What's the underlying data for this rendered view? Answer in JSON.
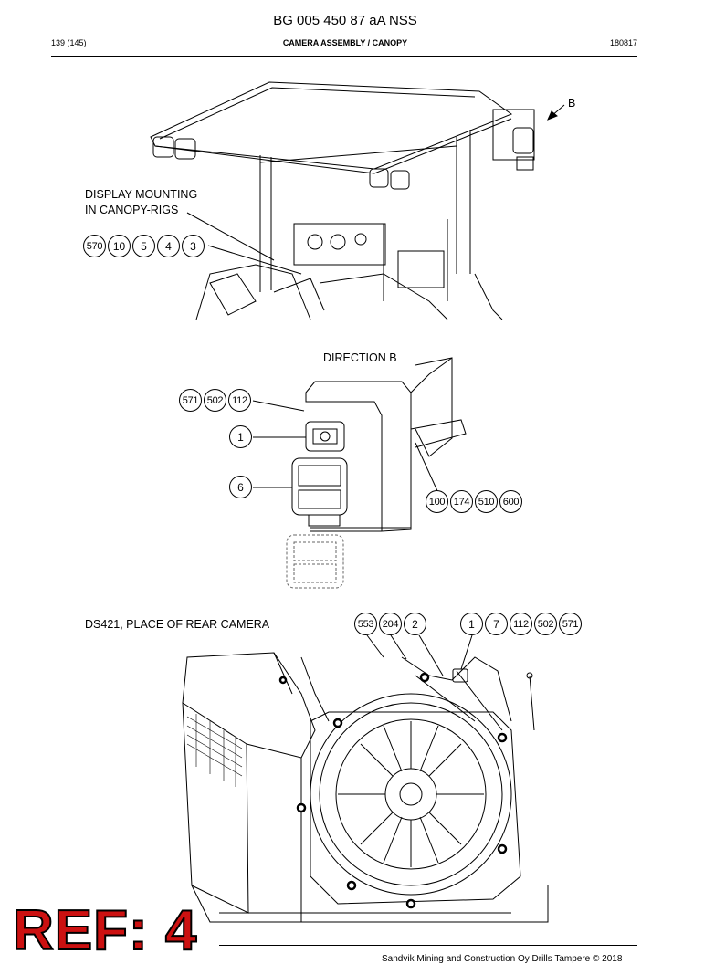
{
  "header": {
    "doc_number": "BG 005 450 87 aA NSS",
    "page": "139 (145)",
    "section": "CAMERA ASSEMBLY / CANOPY",
    "date_code": "180817"
  },
  "views": {
    "canopy": {
      "direction_marker": "B",
      "display_mounting_line1": "DISPLAY MOUNTING",
      "display_mounting_line2": "IN CANOPY-RIGS",
      "callouts": [
        "570",
        "10",
        "5",
        "4",
        "3"
      ]
    },
    "direction_b": {
      "title": "DIRECTION B",
      "callouts_top": [
        "571",
        "502",
        "112"
      ],
      "callout_camera": "1",
      "callout_light": "6",
      "callouts_right": [
        "100",
        "174",
        "510",
        "600"
      ]
    },
    "rear_camera": {
      "title": "DS421, PLACE OF REAR CAMERA",
      "callouts_left": [
        "553",
        "204",
        "2"
      ],
      "callouts_right": [
        "1",
        "7",
        "112",
        "502",
        "571"
      ]
    }
  },
  "stamp": "REF: 4",
  "footer": "Sandvik Mining and Construction Oy Drills Tampere © 2018"
}
